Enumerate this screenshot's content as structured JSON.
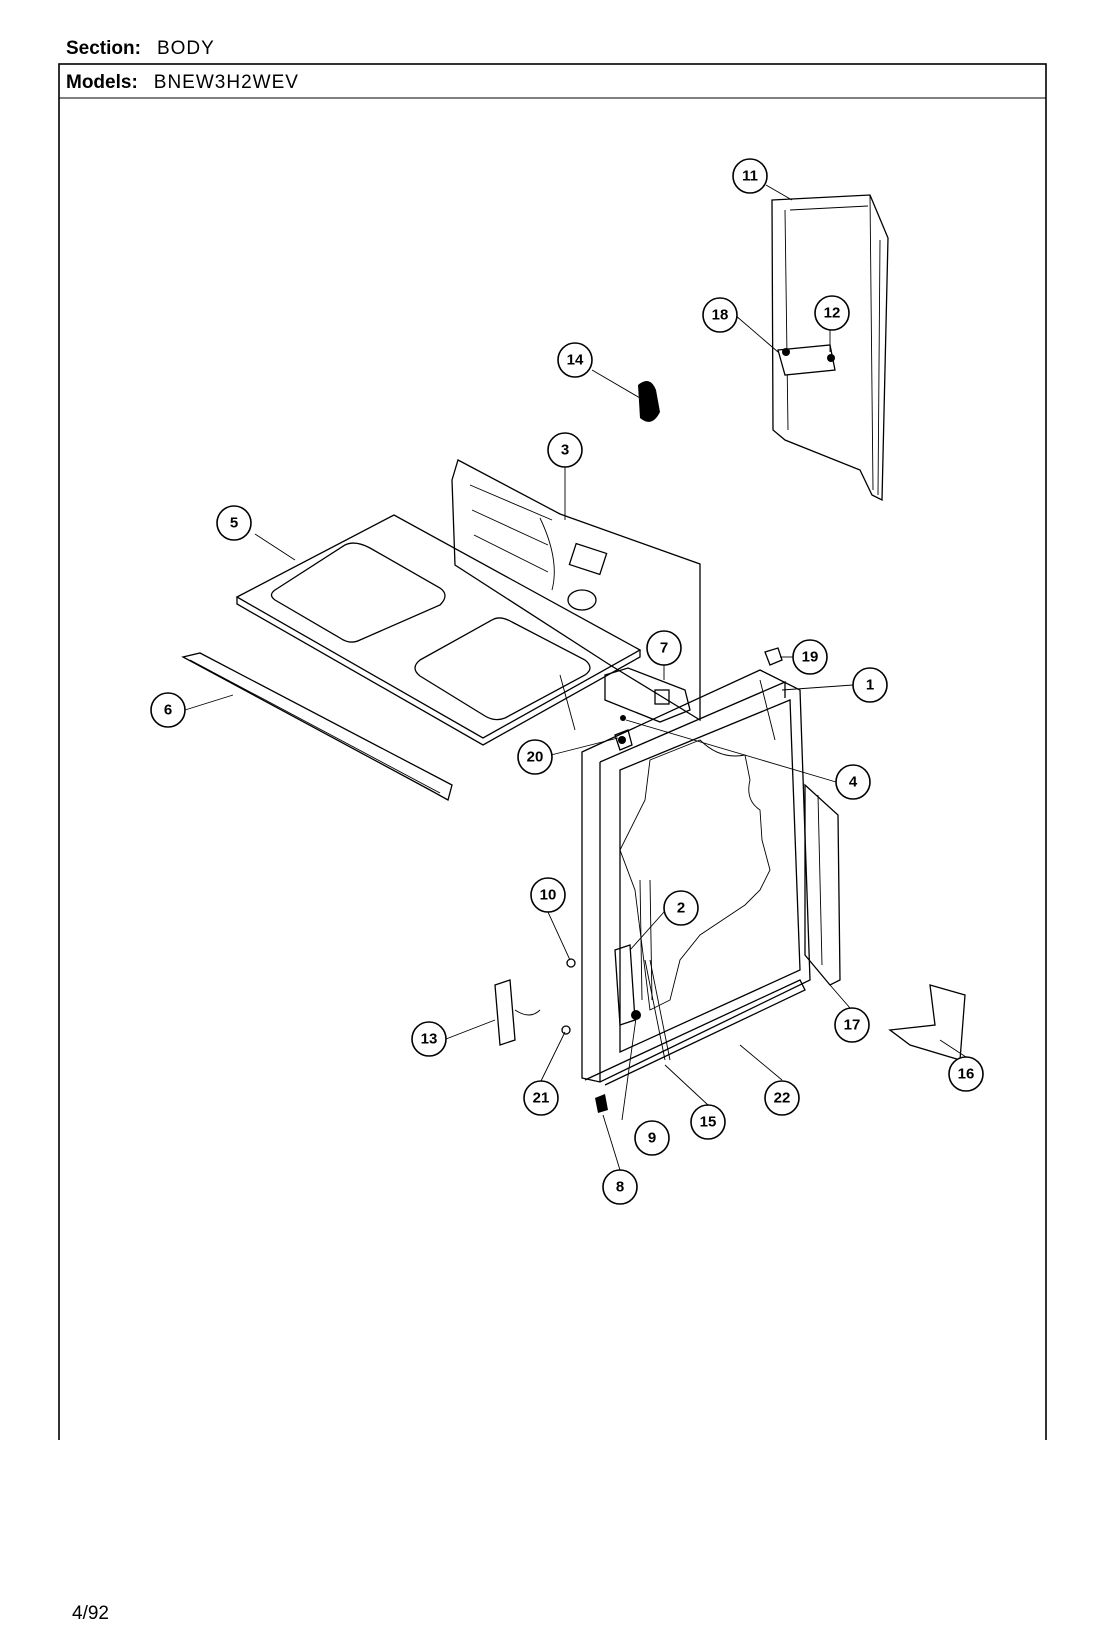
{
  "header": {
    "section_label": "Section:",
    "section_value": "BODY",
    "models_label": "Models:",
    "models_value": "BNEW3H2WEV"
  },
  "footer": {
    "date": "4/92"
  },
  "callouts": [
    "1",
    "2",
    "3",
    "4",
    "5",
    "6",
    "7",
    "8",
    "9",
    "10",
    "11",
    "12",
    "13",
    "14",
    "15",
    "16",
    "17",
    "18",
    "19",
    "20",
    "21",
    "22"
  ]
}
